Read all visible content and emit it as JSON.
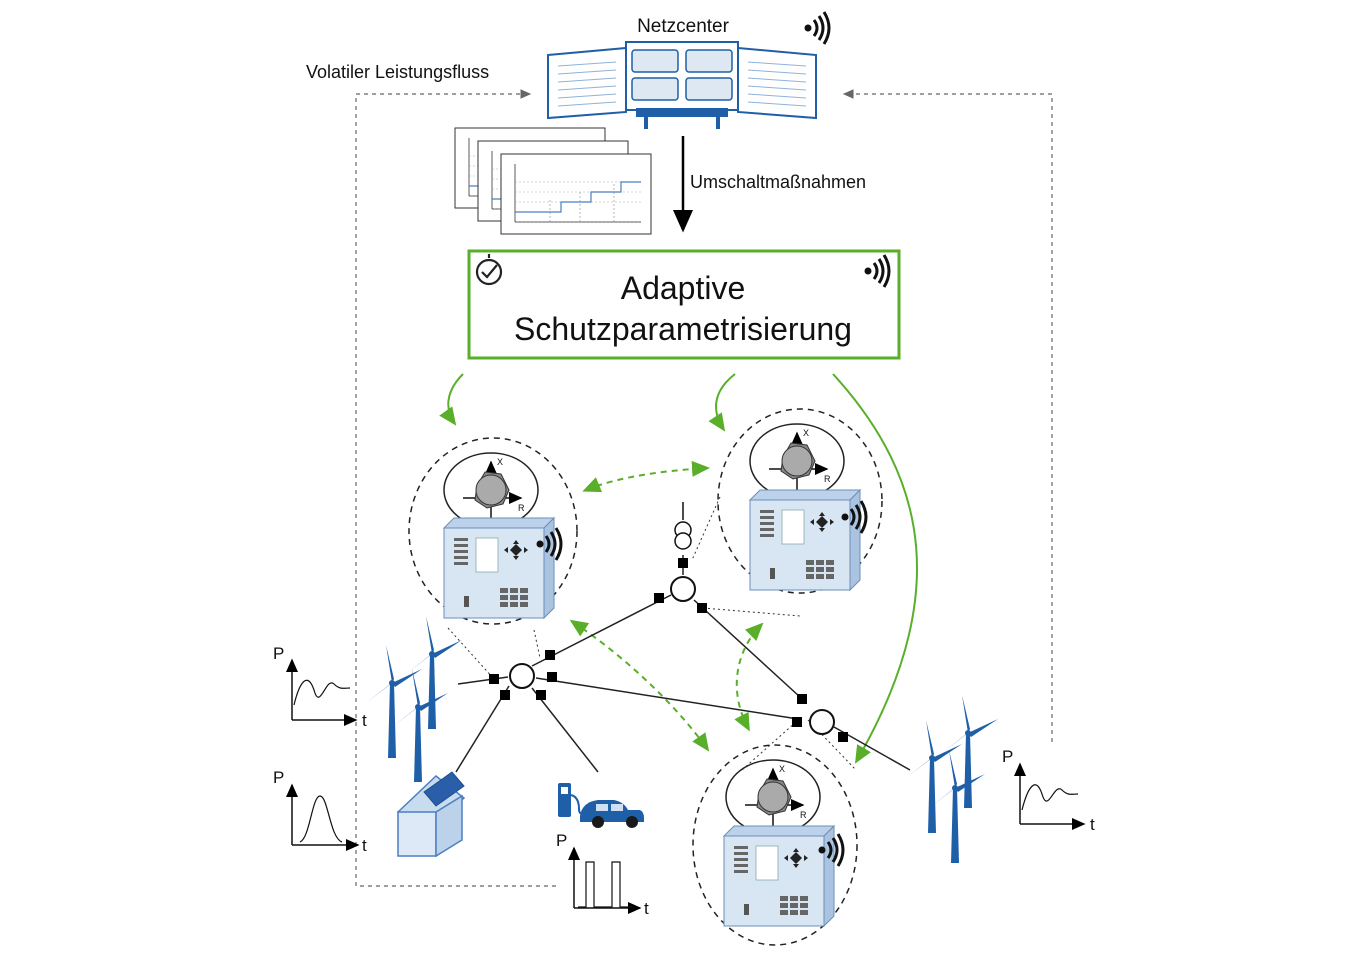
{
  "labels": {
    "netzcenter": "Netzcenter",
    "volatile_flow": "Volatiler Leistungsfluss",
    "switching": "Umschaltmaßnahmen",
    "adaptive_line1": "Adaptive",
    "adaptive_line2": "Schutzparametrisierung"
  },
  "axis_labels": {
    "p": "P",
    "t": "t",
    "x": "X",
    "r": "R"
  },
  "colors": {
    "green": "#5aaf2a",
    "blue": "#1f5fa8",
    "relay_body": "#d8e6f4",
    "dashed_line": "#555555"
  },
  "icons": [
    "wireless-icon",
    "clock-check-icon",
    "wind-turbine-icon",
    "solar-house-icon",
    "ev-charging-icon",
    "transformer-icon",
    "protection-relay-icon"
  ]
}
